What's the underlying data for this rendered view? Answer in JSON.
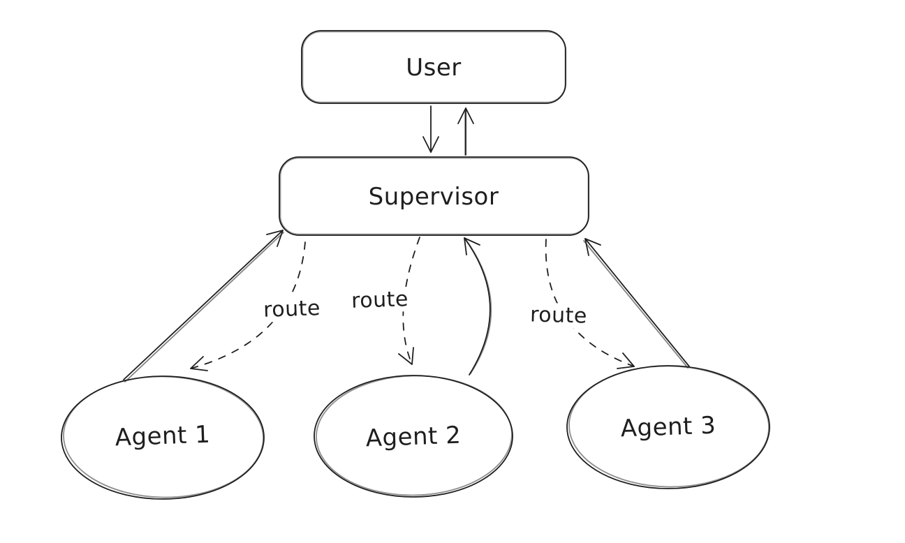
{
  "canvas": {
    "background_color": "#ffffff",
    "stroke_color": "#1e1e1e"
  },
  "diagram": {
    "title": "supervisor-multi-agent-architecture",
    "nodes": [
      {
        "id": "user",
        "label": "User",
        "shape": "rounded-rectangle"
      },
      {
        "id": "supervisor",
        "label": "Supervisor",
        "shape": "rounded-rectangle"
      },
      {
        "id": "agent1",
        "label": "Agent 1",
        "shape": "ellipse"
      },
      {
        "id": "agent2",
        "label": "Agent 2",
        "shape": "ellipse"
      },
      {
        "id": "agent3",
        "label": "Agent 3",
        "shape": "ellipse"
      }
    ],
    "edges": [
      {
        "from": "user",
        "to": "supervisor",
        "style": "solid",
        "label": ""
      },
      {
        "from": "supervisor",
        "to": "user",
        "style": "solid",
        "label": ""
      },
      {
        "from": "supervisor",
        "to": "agent1",
        "style": "dashed",
        "label": "route"
      },
      {
        "from": "agent1",
        "to": "supervisor",
        "style": "solid",
        "label": ""
      },
      {
        "from": "supervisor",
        "to": "agent2",
        "style": "dashed",
        "label": "route"
      },
      {
        "from": "agent2",
        "to": "supervisor",
        "style": "solid",
        "label": ""
      },
      {
        "from": "supervisor",
        "to": "agent3",
        "style": "dashed",
        "label": "route"
      },
      {
        "from": "agent3",
        "to": "supervisor",
        "style": "solid",
        "label": ""
      }
    ]
  }
}
